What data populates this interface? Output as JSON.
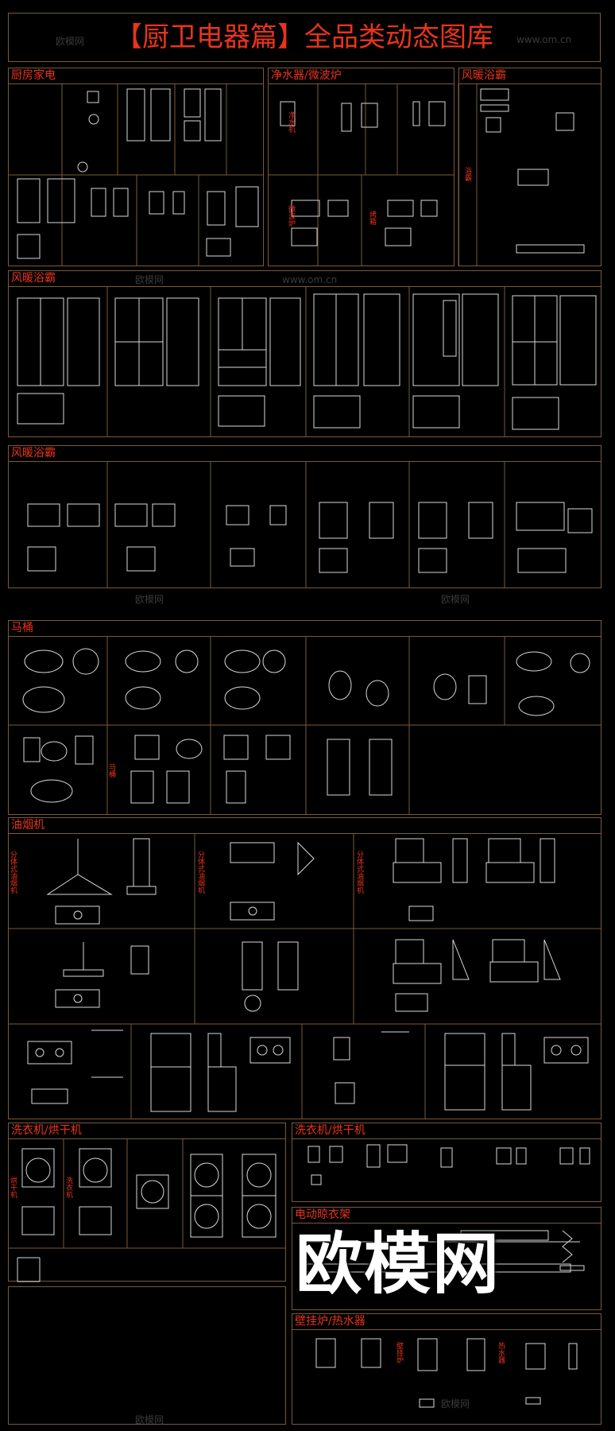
{
  "page_title": "【厨卫电器篇】全品类动态图库",
  "sections": {
    "kitchen_appliances": "厨房家电",
    "water_purifier_microwave": "净水器/微波炉",
    "bath_heater_1": "风暖浴霸",
    "bath_heater_2": "风暖浴霸",
    "bath_heater_3": "风暖浴霸",
    "toilet": "马桶",
    "range_hood": "油烟机",
    "washer_dryer_left": "洗衣机/烘干机",
    "washer_dryer_right": "洗衣机/烘干机",
    "clothes_rack": "电动晾衣架",
    "water_heater": "壁挂炉/热水器"
  },
  "labels": {
    "shui_jing_ji": "净水机",
    "wei_bo_lu": "微波炉",
    "kao_xiang": "烤箱",
    "yu_ba": "浴霸",
    "fen_ti_yan_ji": "分体式油烟机",
    "xi_yi_ji": "洗衣机",
    "hong_gan_ji": "烘干机",
    "ma_tong": "马桶",
    "bi_gua_lu": "壁挂炉",
    "re_shui_qi": "热水器"
  },
  "watermark": {
    "brand": "欧模网",
    "url": "www.om.cn"
  },
  "colors": {
    "frame": "#7a5a3a",
    "title_red": "#e8341c",
    "line_white": "#d8d8d8",
    "watermark": "#3a3a3a"
  }
}
